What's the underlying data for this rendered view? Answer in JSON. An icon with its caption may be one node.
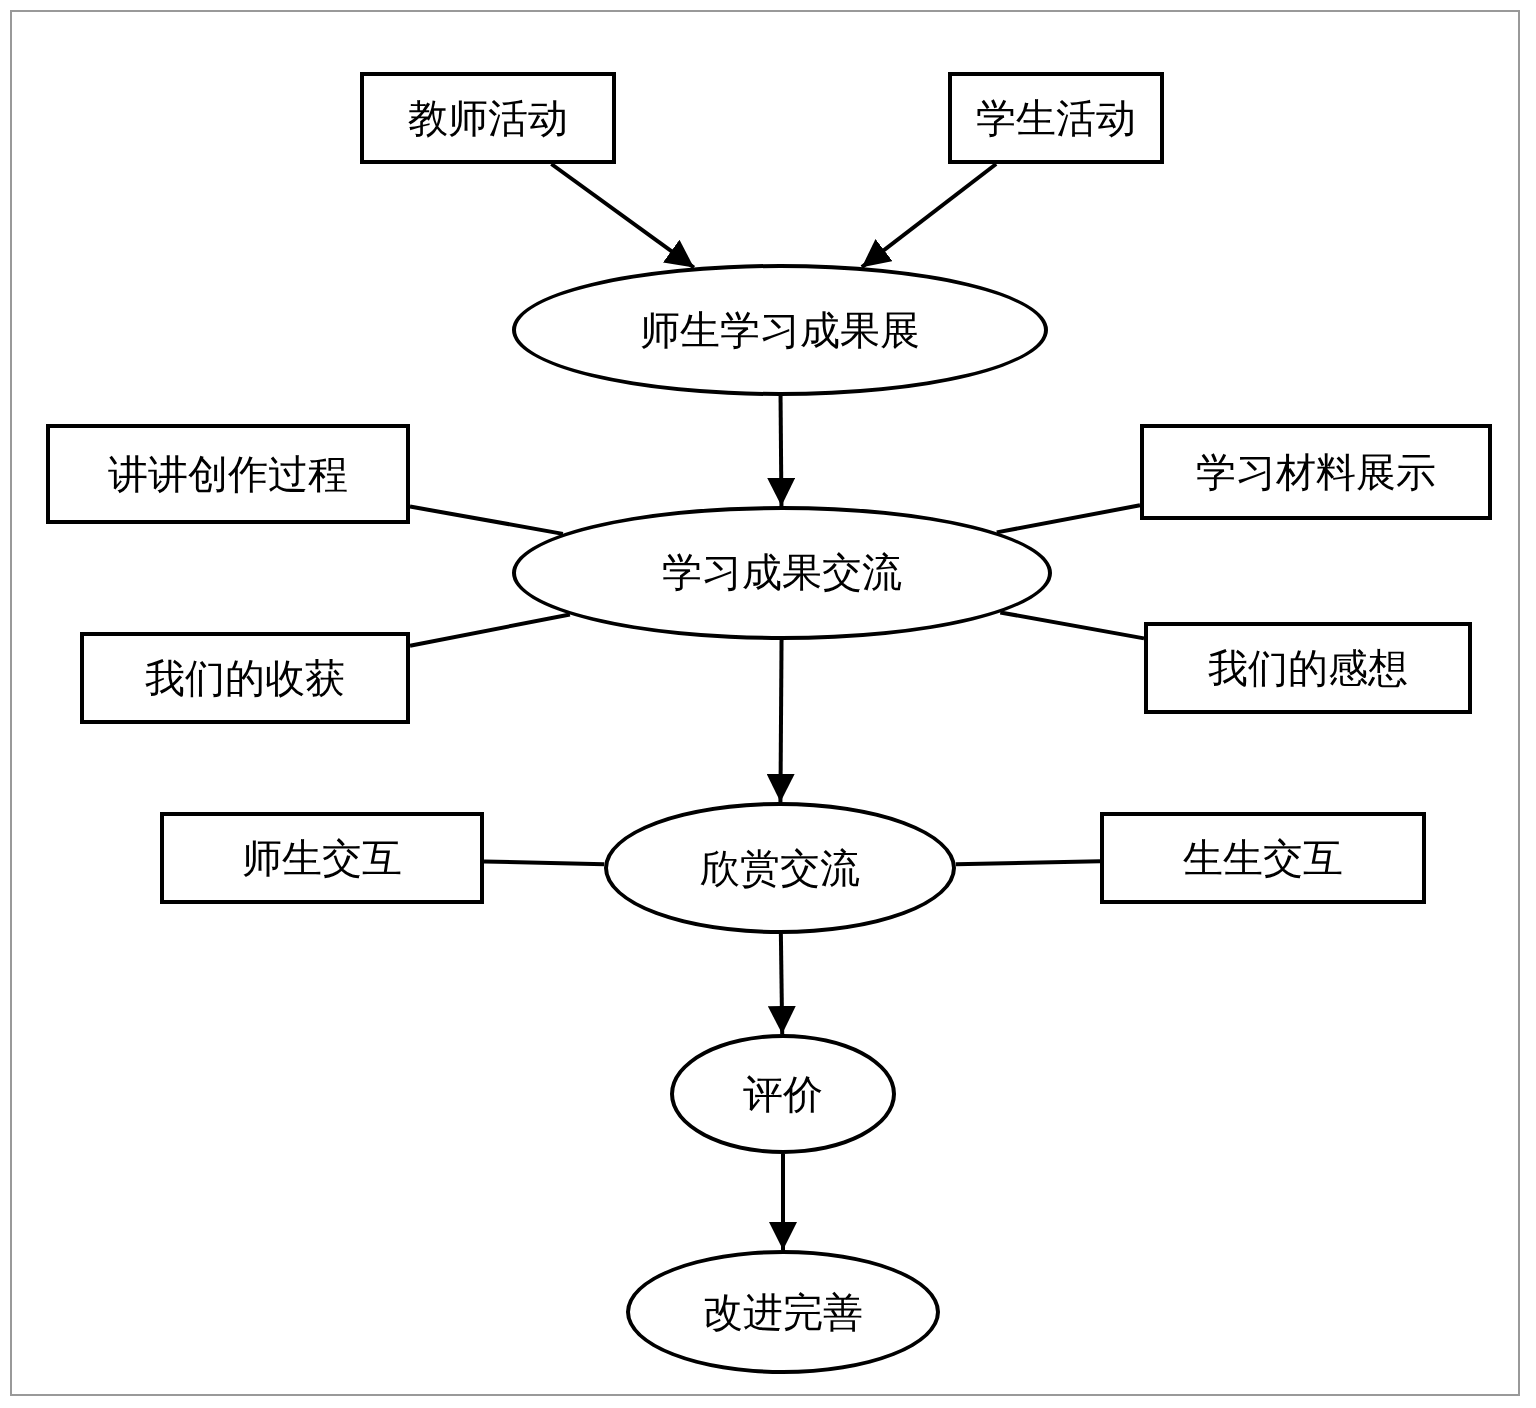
{
  "diagram": {
    "nodes": [
      {
        "text": [
          "教师活动"
        ]
      },
      {
        "text": [
          "学生活动"
        ]
      },
      {
        "text": [
          "师生学习成果展"
        ]
      },
      {
        "text": [
          "讲讲创作过程"
        ]
      },
      {
        "text": [
          "学习材料展示"
        ]
      },
      {
        "text": [
          "学习成果交流"
        ]
      },
      {
        "text": [
          "我们的收获"
        ]
      },
      {
        "text": [
          "我们的感想"
        ]
      },
      {
        "text": [
          "师生交互"
        ]
      },
      {
        "text": [
          "欣赏交流"
        ]
      },
      {
        "text": [
          "生生交互"
        ]
      },
      {
        "text": [
          "评价"
        ]
      },
      {
        "text": [
          "改进完善"
        ]
      }
    ],
    "edges": [
      {
        "from": 0,
        "to": 2,
        "arrow": "to"
      },
      {
        "from": 1,
        "to": 2,
        "arrow": "to"
      },
      {
        "from": 2,
        "to": 5,
        "arrow": "to"
      },
      {
        "from": 3,
        "to": 5,
        "arrow": "none"
      },
      {
        "from": 4,
        "to": 5,
        "arrow": "none"
      },
      {
        "from": 6,
        "to": 5,
        "arrow": "none"
      },
      {
        "from": 7,
        "to": 5,
        "arrow": "none"
      },
      {
        "from": 5,
        "to": 9,
        "arrow": "to"
      },
      {
        "from": 8,
        "to": 9,
        "arrow": "none"
      },
      {
        "from": 9,
        "to": 10,
        "arrow": "none"
      },
      {
        "from": 9,
        "to": 11,
        "arrow": "to"
      },
      {
        "from": 11,
        "to": 12,
        "arrow": "to"
      }
    ]
  }
}
